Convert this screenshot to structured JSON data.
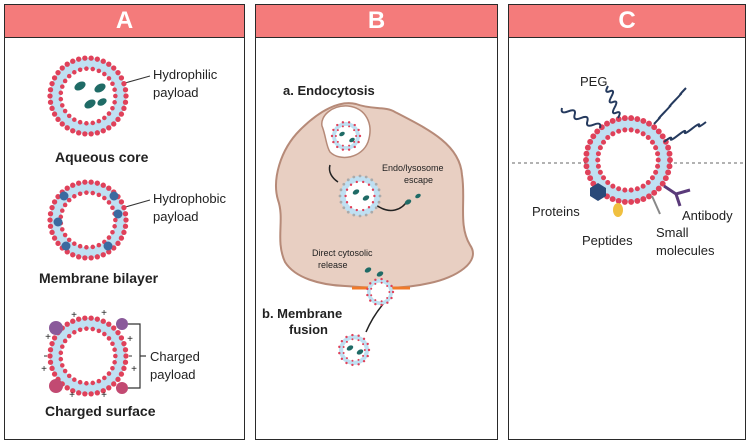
{
  "panels": [
    {
      "letter": "A"
    },
    {
      "letter": "B"
    },
    {
      "letter": "C"
    }
  ],
  "panel_a": {
    "aqueous_label": "Aqueous core",
    "hydrophilic_1": "Hydrophilic",
    "hydrophilic_2": "payload",
    "bilayer_label": "Membrane bilayer",
    "hydrophobic_1": "Hydrophobic",
    "hydrophobic_2": "payload",
    "charged_1": "Charged",
    "charged_2": "payload",
    "surface_label": "Charged surface"
  },
  "panel_b": {
    "endocytosis": "a. Endocytosis",
    "escape_1": "Endo/lysosome",
    "escape_2": "escape",
    "release_1": "Direct cytosolic",
    "release_2": "release",
    "fusion_1": "b. Membrane",
    "fusion_2": "fusion"
  },
  "panel_c": {
    "peg": "PEG",
    "proteins": "Proteins",
    "antibody": "Antibody",
    "peptides": "Peptides",
    "small_1": "Small",
    "small_2": "molecules"
  },
  "colors": {
    "header": "#f47b7b",
    "membrane_head": "#e0415a",
    "membrane_tail": "#bfe0f2",
    "cell": "#e8cfc2",
    "cell_border": "#b68a78",
    "cargo": "#1f6b66"
  }
}
